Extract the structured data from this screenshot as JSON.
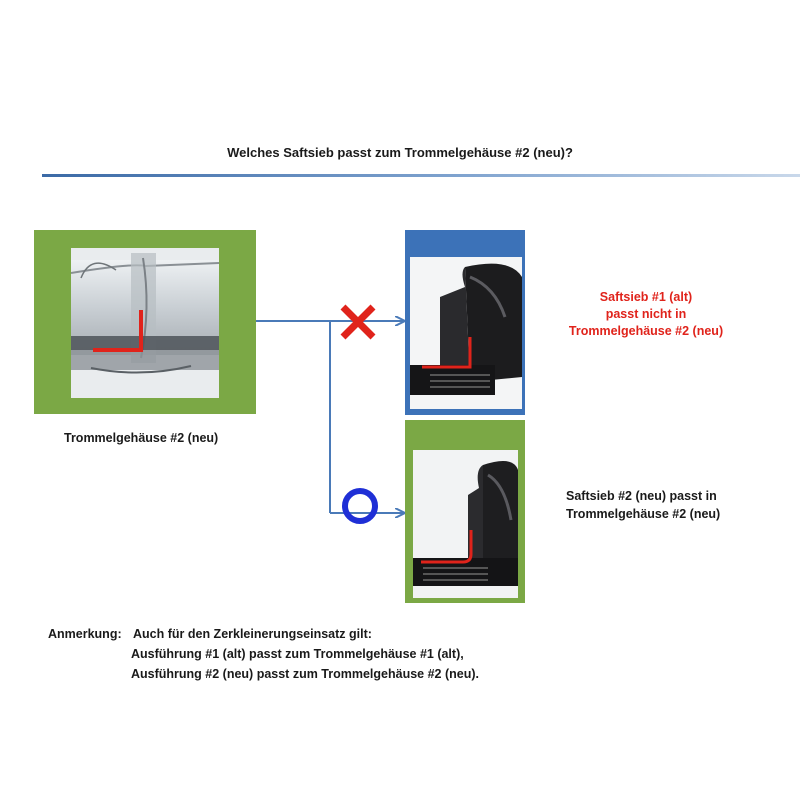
{
  "question": "Welches Saftsieb passt zum Trommelgehäuse #2 (neu)?",
  "housing": {
    "label": "Trommelgehäuse #2 (neu)"
  },
  "sieve1": {
    "lines": [
      "Saftsieb #1 (alt)",
      "passt nicht in",
      "Trommelgehäuse #2 (neu)"
    ],
    "marker": "cross-icon"
  },
  "sieve2": {
    "lines": [
      "Saftsieb #2 (neu) passt in",
      "Trommelgehäuse #2 (neu)"
    ],
    "marker": "circle-icon"
  },
  "note": {
    "label": "Anmerkung:",
    "lines": [
      "Auch für den Zerkleinerungseinsatz gilt:",
      "Ausführung #1 (alt) passt zum Trommelgehäuse #1 (alt),",
      "Ausführung #2  (neu) passt zum Trommelgehäuse #2 (neu)."
    ]
  },
  "colors": {
    "panel_green": "#7ba845",
    "panel_blue": "#3c72b8",
    "highlight_red": "#e0231b",
    "connector_blue": "#4a7ab8",
    "cross_red": "#e0231b",
    "circle_blue": "#1f2fd6"
  }
}
